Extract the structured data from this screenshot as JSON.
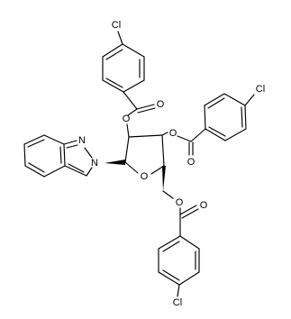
{
  "atoms": {
    "cl_top": "Cl",
    "o_c2_ester": "O",
    "o_c2_carbonyl": "O",
    "cl_right": "Cl",
    "o_c3_ester": "O",
    "o_c3_carbonyl": "O",
    "n1_indazole": "N",
    "n2_indazole": "N",
    "o_ring": "O",
    "o_c5_ester": "O",
    "o_c5_carbonyl": "O",
    "cl_bottom": "Cl"
  },
  "colors": {
    "ink": "#000000",
    "background": "#ffffff"
  }
}
